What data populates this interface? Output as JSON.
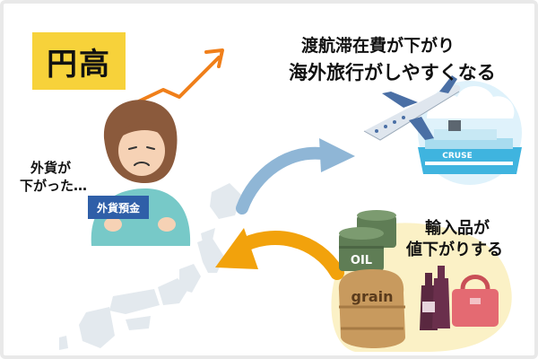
{
  "badge": {
    "label": "円高"
  },
  "headline": {
    "line1": "渡航滞在費が下がり",
    "line2": "海外旅行がしやすくなる"
  },
  "person_text": {
    "line1": "外貨が",
    "line2": "下がった…"
  },
  "deposit_book": {
    "label": "外貨預金"
  },
  "ship": {
    "label": "CRUSE"
  },
  "barrel": {
    "label": "OIL"
  },
  "sack": {
    "label": "grain"
  },
  "imports": {
    "line1": "輸入品が",
    "line2": "値下がりする"
  },
  "colors": {
    "accent_yellow": "#f7d23a",
    "arrow_orange": "#f2a20c",
    "arrow_blue": "#8fb6d6",
    "trend_line": "#f07f1a"
  }
}
